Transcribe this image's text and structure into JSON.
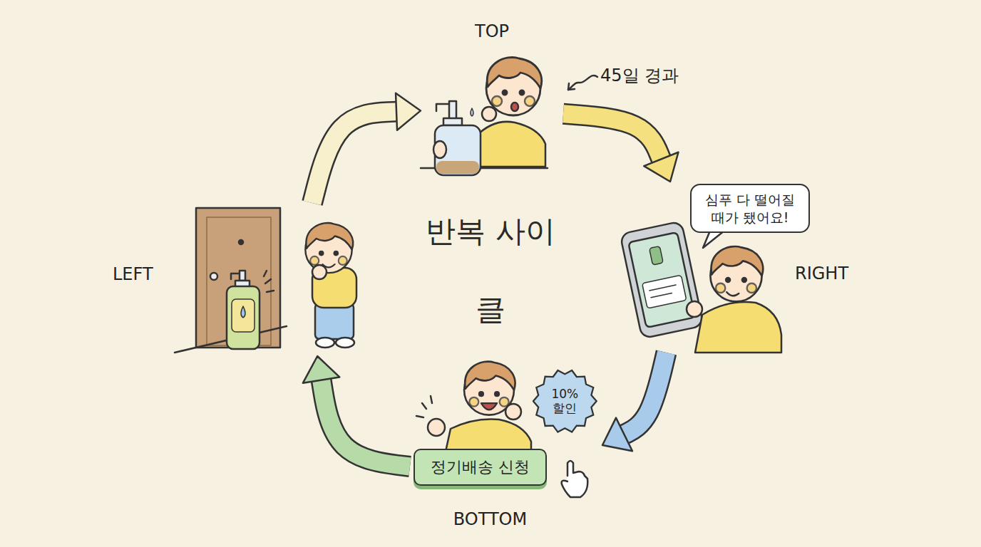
{
  "diagram": {
    "nodes": [
      {
        "text": [
          "TOP"
        ]
      },
      {
        "text": [
          "RIGHT"
        ]
      },
      {
        "text": [
          "심푸 다 떨어질 때가 됐어요!"
        ],
        "in": 1
      },
      {
        "text": [
          "BOTTOM"
        ]
      },
      {
        "text": [
          "10% 할인"
        ],
        "in": 3
      },
      {
        "text": [
          "정기배송 신청"
        ],
        "in": 3
      },
      {
        "text": [
          "LEFT"
        ]
      }
    ],
    "edges": [
      {
        "from": 0,
        "to": 1,
        "arrow": "to"
      },
      {
        "from": 1,
        "to": 3,
        "arrow": "to"
      },
      {
        "from": 3,
        "to": 6,
        "arrow": "to"
      },
      {
        "from": 6,
        "to": 0,
        "arrow": "to"
      }
    ],
    "labels": [
      "반복 사이클",
      "45일 경과"
    ]
  }
}
